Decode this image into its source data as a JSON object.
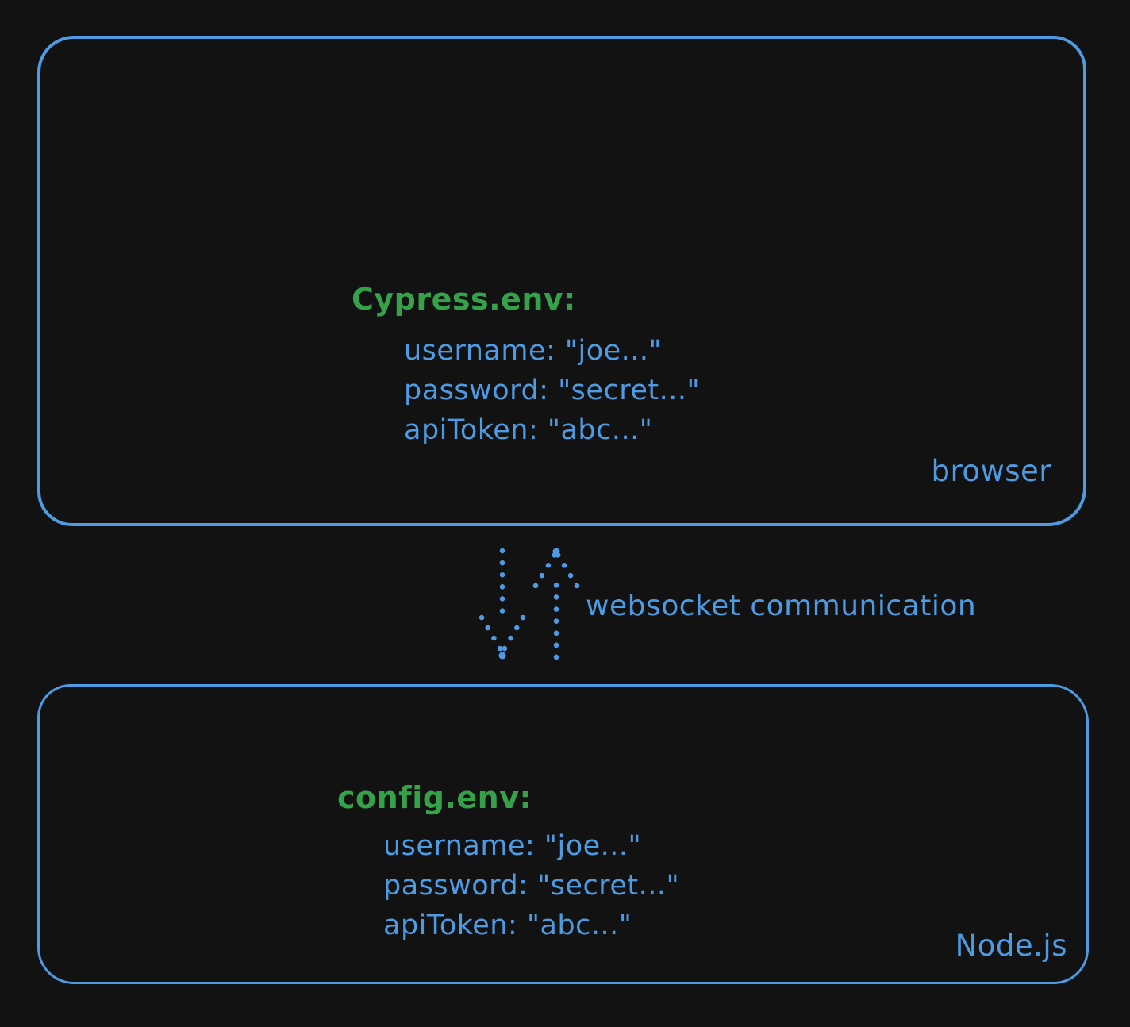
{
  "diagram": {
    "background": "#121212",
    "accent_blue": "#4d9be3",
    "accent_green": "#35a24a"
  },
  "browser_box": {
    "title": "Cypress.env:",
    "lines": [
      "username: \"joe...\"",
      "password: \"secret...\"",
      "apiToken: \"abc...\""
    ],
    "label": "browser"
  },
  "connection": {
    "label": "websocket communication",
    "icons": [
      "dotted-arrow-down",
      "dotted-arrow-up"
    ]
  },
  "node_box": {
    "title": "config.env:",
    "lines": [
      "username: \"joe...\"",
      "password: \"secret...\"",
      "apiToken: \"abc...\""
    ],
    "label": "Node.js"
  }
}
